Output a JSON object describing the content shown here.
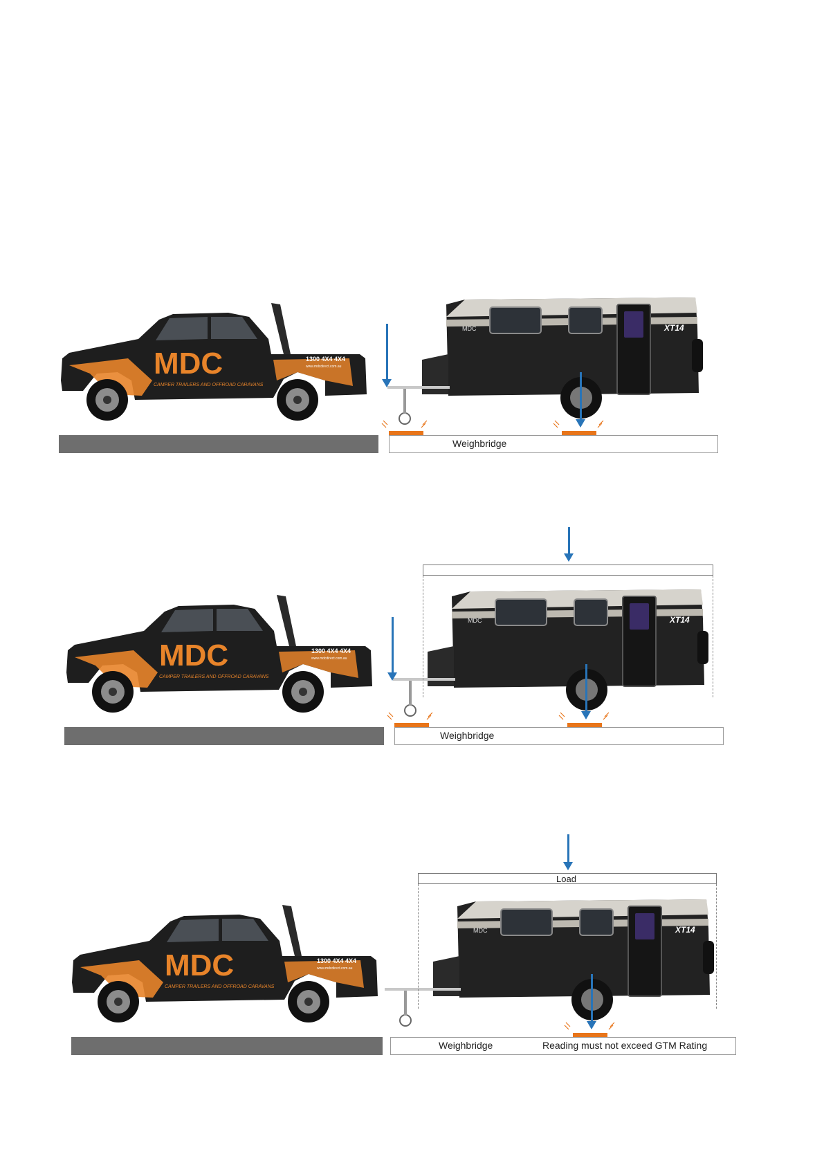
{
  "panels": [
    {
      "bridge_label": "Weighbridge",
      "note": "",
      "load_label": "",
      "truck": {
        "phone": "1300 4X4 4X4",
        "website": "www.mdcdirect.com.au",
        "logo": "MDC",
        "tagline": "CAMPER TRAILERS AND OFFROAD CARAVANS"
      },
      "caravan": {
        "badge": "XT14",
        "brand_mark": "MDC"
      }
    },
    {
      "bridge_label": "Weighbridge",
      "note": "",
      "load_label": "",
      "truck": {
        "phone": "1300 4X4 4X4",
        "website": "www.mdcdirect.com.au",
        "logo": "MDC",
        "tagline": "CAMPER TRAILERS AND OFFROAD CARAVANS"
      },
      "caravan": {
        "badge": "XT14",
        "brand_mark": "MDC"
      }
    },
    {
      "bridge_label": "Weighbridge",
      "note": "Reading must not exceed GTM Rating",
      "load_label": "Load",
      "truck": {
        "phone": "1300 4X4 4X4",
        "website": "www.mdcdirect.com.au",
        "logo": "MDC",
        "tagline": "CAMPER TRAILERS AND OFFROAD CARAVANS"
      },
      "caravan": {
        "badge": "XT14",
        "brand_mark": "MDC"
      }
    }
  ],
  "colors": {
    "arrow": "#2874b8",
    "pad": "#e8751a",
    "ground": "#6e6e6e",
    "body": "#1e1e1e",
    "orange": "#e8842a",
    "blue": "#2a78c4"
  }
}
